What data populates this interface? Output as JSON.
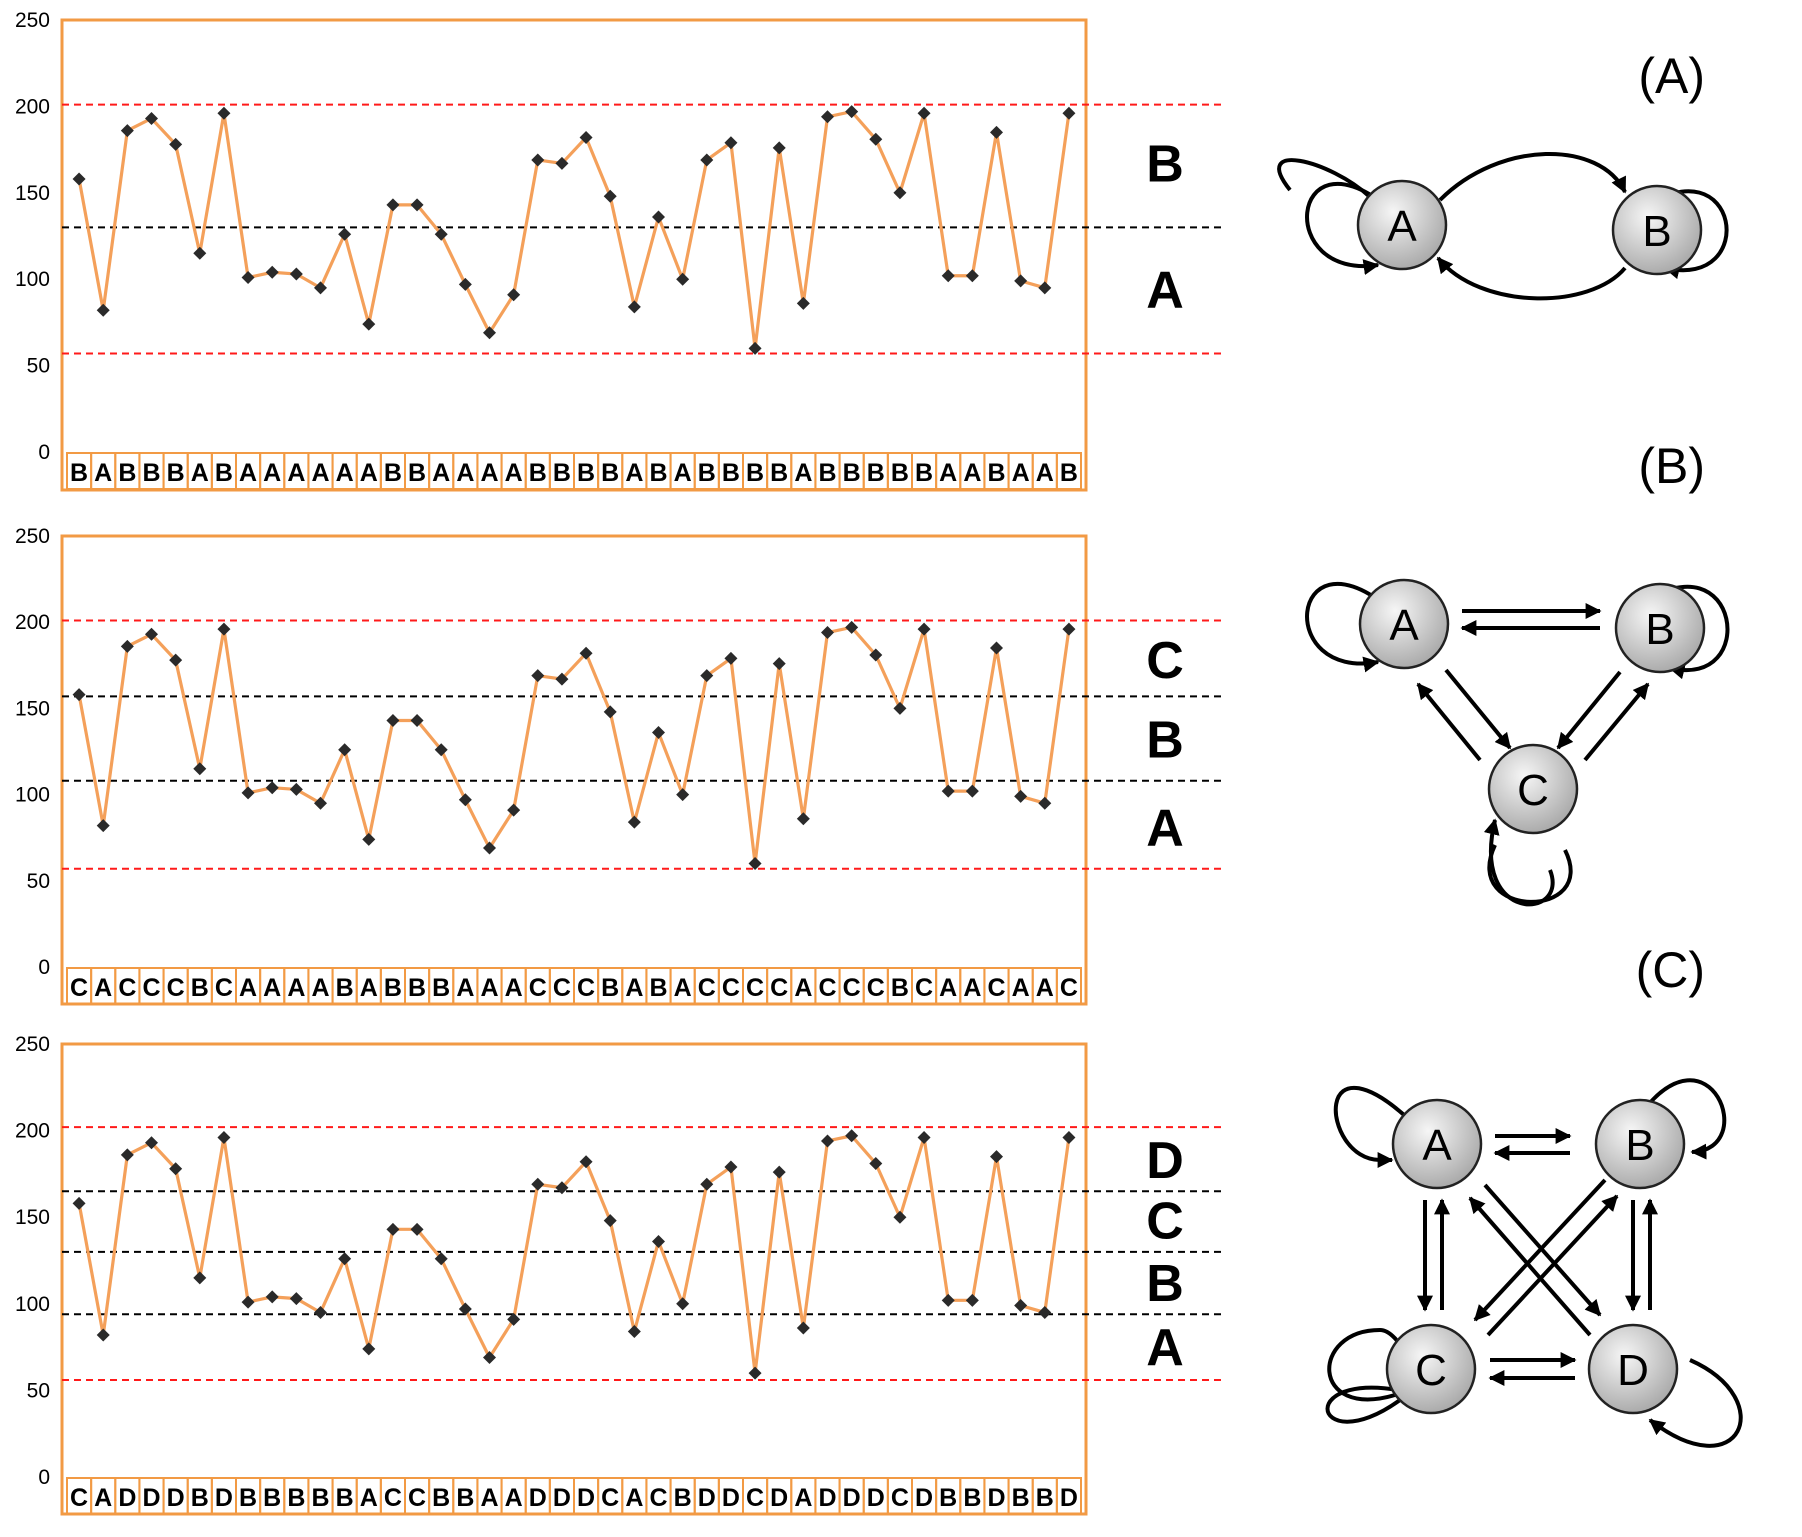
{
  "colors": {
    "series": "#F4A05A",
    "frame": "#F29A44",
    "marker": "#2a2a2a",
    "limit_line": "#ff1a1a",
    "threshold_line": "#000000",
    "node_fill_light": "#f4f4f4",
    "node_fill_dark": "#a8a8a8"
  },
  "chart_data": [
    {
      "type": "line",
      "ylim": [
        0,
        250
      ],
      "yticks": [
        0,
        50,
        100,
        150,
        200,
        250
      ],
      "values": [
        158,
        82,
        186,
        193,
        178,
        115,
        196,
        101,
        104,
        103,
        95,
        126,
        74,
        143,
        143,
        126,
        97,
        69,
        91,
        169,
        167,
        182,
        148,
        84,
        136,
        100,
        169,
        179,
        60,
        176,
        86,
        194,
        197,
        181,
        150,
        196,
        102,
        102,
        185,
        99,
        95,
        196
      ],
      "limit_lines": [
        57,
        201
      ],
      "threshold_lines": [
        130
      ],
      "band_labels": [
        {
          "text": "B",
          "y": 167
        },
        {
          "text": "A",
          "y": 94
        }
      ],
      "symbols": [
        "B",
        "A",
        "B",
        "B",
        "B",
        "A",
        "B",
        "A",
        "A",
        "A",
        "A",
        "A",
        "A",
        "B",
        "B",
        "A",
        "A",
        "A",
        "A",
        "B",
        "B",
        "B",
        "B",
        "A",
        "B",
        "A",
        "B",
        "B",
        "B",
        "B",
        "A",
        "B",
        "B",
        "B",
        "B",
        "B",
        "A",
        "A",
        "B",
        "A",
        "A",
        "B"
      ]
    },
    {
      "type": "line",
      "ylim": [
        0,
        250
      ],
      "yticks": [
        0,
        50,
        100,
        150,
        200,
        250
      ],
      "values": [
        158,
        82,
        186,
        193,
        178,
        115,
        196,
        101,
        104,
        103,
        95,
        126,
        74,
        143,
        143,
        126,
        97,
        69,
        91,
        169,
        167,
        182,
        148,
        84,
        136,
        100,
        169,
        179,
        60,
        176,
        86,
        194,
        197,
        181,
        150,
        196,
        102,
        102,
        185,
        99,
        95,
        196
      ],
      "limit_lines": [
        57,
        201
      ],
      "threshold_lines": [
        157,
        108
      ],
      "band_labels": [
        {
          "text": "C",
          "y": 178
        },
        {
          "text": "B",
          "y": 132
        },
        {
          "text": "A",
          "y": 81
        }
      ],
      "symbols": [
        "C",
        "A",
        "C",
        "C",
        "C",
        "B",
        "C",
        "A",
        "A",
        "A",
        "A",
        "B",
        "A",
        "B",
        "B",
        "B",
        "A",
        "A",
        "A",
        "C",
        "C",
        "C",
        "B",
        "A",
        "B",
        "A",
        "C",
        "C",
        "C",
        "C",
        "A",
        "C",
        "C",
        "C",
        "B",
        "C",
        "A",
        "A",
        "C",
        "A",
        "A",
        "C"
      ]
    },
    {
      "type": "line",
      "ylim": [
        0,
        250
      ],
      "yticks": [
        0,
        50,
        100,
        150,
        200,
        250
      ],
      "values": [
        158,
        82,
        186,
        193,
        178,
        115,
        196,
        101,
        104,
        103,
        95,
        126,
        74,
        143,
        143,
        126,
        97,
        69,
        91,
        169,
        167,
        182,
        148,
        84,
        136,
        100,
        169,
        179,
        60,
        176,
        86,
        194,
        197,
        181,
        150,
        196,
        102,
        102,
        185,
        99,
        95,
        196
      ],
      "limit_lines": [
        56,
        202
      ],
      "threshold_lines": [
        165,
        130,
        94
      ],
      "band_labels": [
        {
          "text": "D",
          "y": 183
        },
        {
          "text": "C",
          "y": 148
        },
        {
          "text": "B",
          "y": 112
        },
        {
          "text": "A",
          "y": 75
        }
      ],
      "symbols": [
        "C",
        "A",
        "D",
        "D",
        "D",
        "B",
        "D",
        "B",
        "B",
        "B",
        "B",
        "B",
        "A",
        "C",
        "C",
        "B",
        "B",
        "A",
        "A",
        "D",
        "D",
        "D",
        "C",
        "A",
        "C",
        "B",
        "D",
        "D",
        "C",
        "D",
        "A",
        "D",
        "D",
        "D",
        "C",
        "D",
        "B",
        "B",
        "D",
        "B",
        "B",
        "D"
      ]
    }
  ],
  "diagrams": [
    {
      "label": "(A)",
      "nodes": [
        "A",
        "B"
      ]
    },
    {
      "label": "(B)",
      "nodes": [
        "A",
        "B",
        "C"
      ]
    },
    {
      "label": "(C)",
      "nodes": [
        "A",
        "B",
        "C",
        "D"
      ]
    }
  ]
}
